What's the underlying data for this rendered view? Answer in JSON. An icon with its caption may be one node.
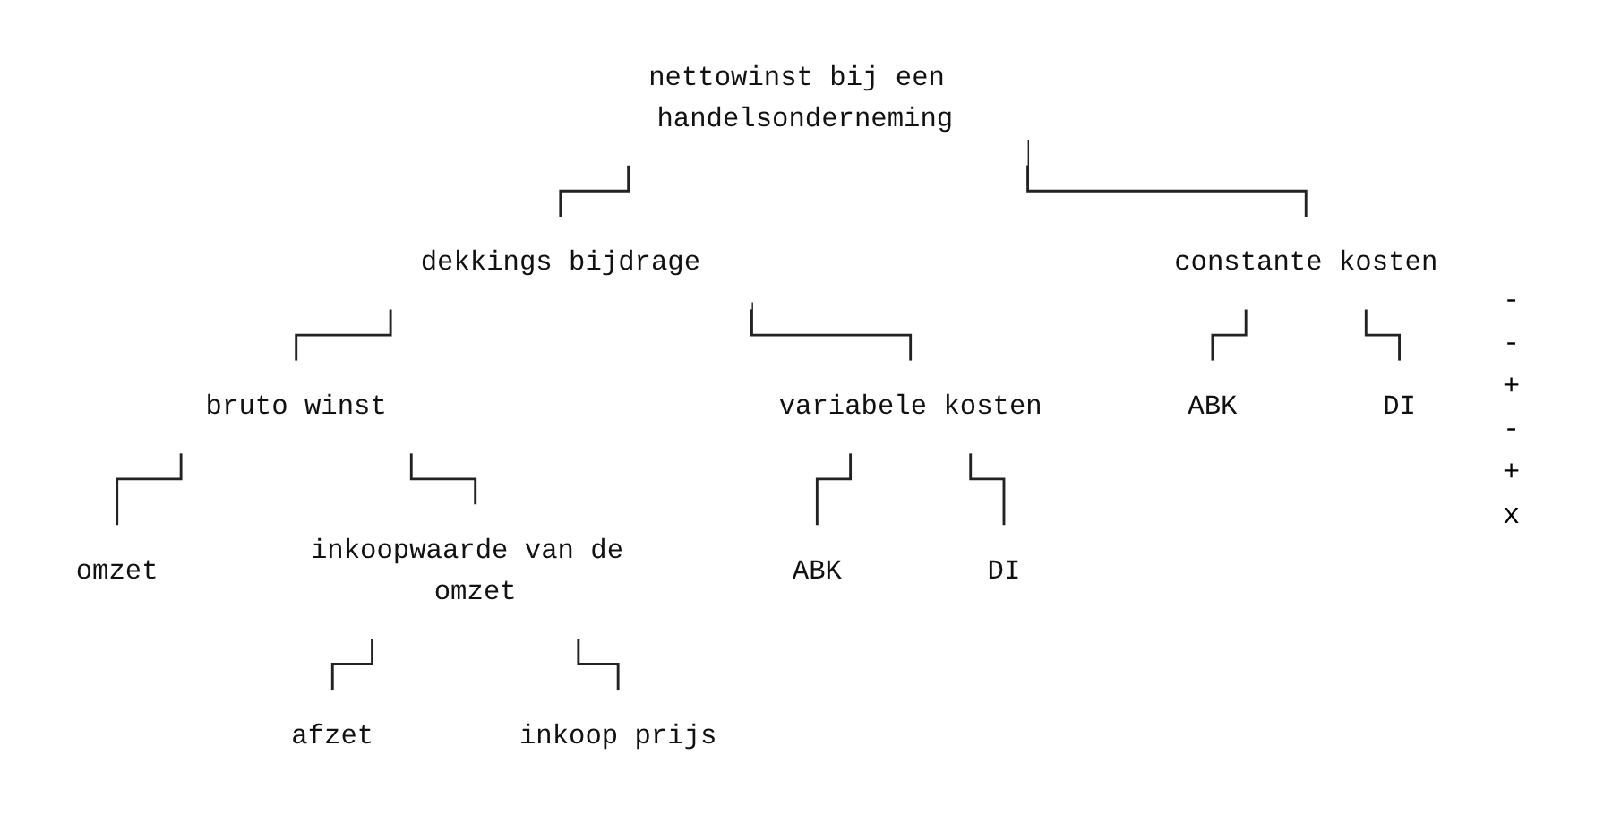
{
  "diagram": {
    "nodes": [
      {
        "text": [
          "nettowinst bij een handelsonderneming"
        ]
      },
      {
        "text": [
          "dekkings bijdrage"
        ]
      },
      {
        "text": [
          "constante kosten"
        ]
      },
      {
        "text": [
          "bruto winst"
        ]
      },
      {
        "text": [
          "variabele kosten"
        ]
      },
      {
        "text": [
          "ABK"
        ]
      },
      {
        "text": [
          "DI"
        ]
      },
      {
        "text": [
          "omzet"
        ]
      },
      {
        "text": [
          "inkoopwaarde van de omzet"
        ]
      },
      {
        "text": [
          "ABK"
        ]
      },
      {
        "text": [
          "DI"
        ]
      },
      {
        "text": [
          "afzet"
        ]
      },
      {
        "text": [
          "inkoop prijs"
        ]
      }
    ],
    "edges": [
      {
        "from": 0,
        "to": 1,
        "arrow": "none"
      },
      {
        "from": 0,
        "to": 2,
        "arrow": "none"
      },
      {
        "from": 1,
        "to": 3,
        "arrow": "none"
      },
      {
        "from": 1,
        "to": 4,
        "arrow": "none"
      },
      {
        "from": 2,
        "to": 5,
        "arrow": "none"
      },
      {
        "from": 2,
        "to": 6,
        "arrow": "none"
      },
      {
        "from": 3,
        "to": 7,
        "arrow": "none"
      },
      {
        "from": 3,
        "to": 8,
        "arrow": "none"
      },
      {
        "from": 4,
        "to": 9,
        "arrow": "none"
      },
      {
        "from": 4,
        "to": 10,
        "arrow": "none"
      },
      {
        "from": 8,
        "to": 11,
        "arrow": "none"
      },
      {
        "from": 8,
        "to": 12,
        "arrow": "none"
      }
    ],
    "labels": [
      "-",
      "-",
      "+",
      "-",
      "+",
      "x"
    ]
  }
}
